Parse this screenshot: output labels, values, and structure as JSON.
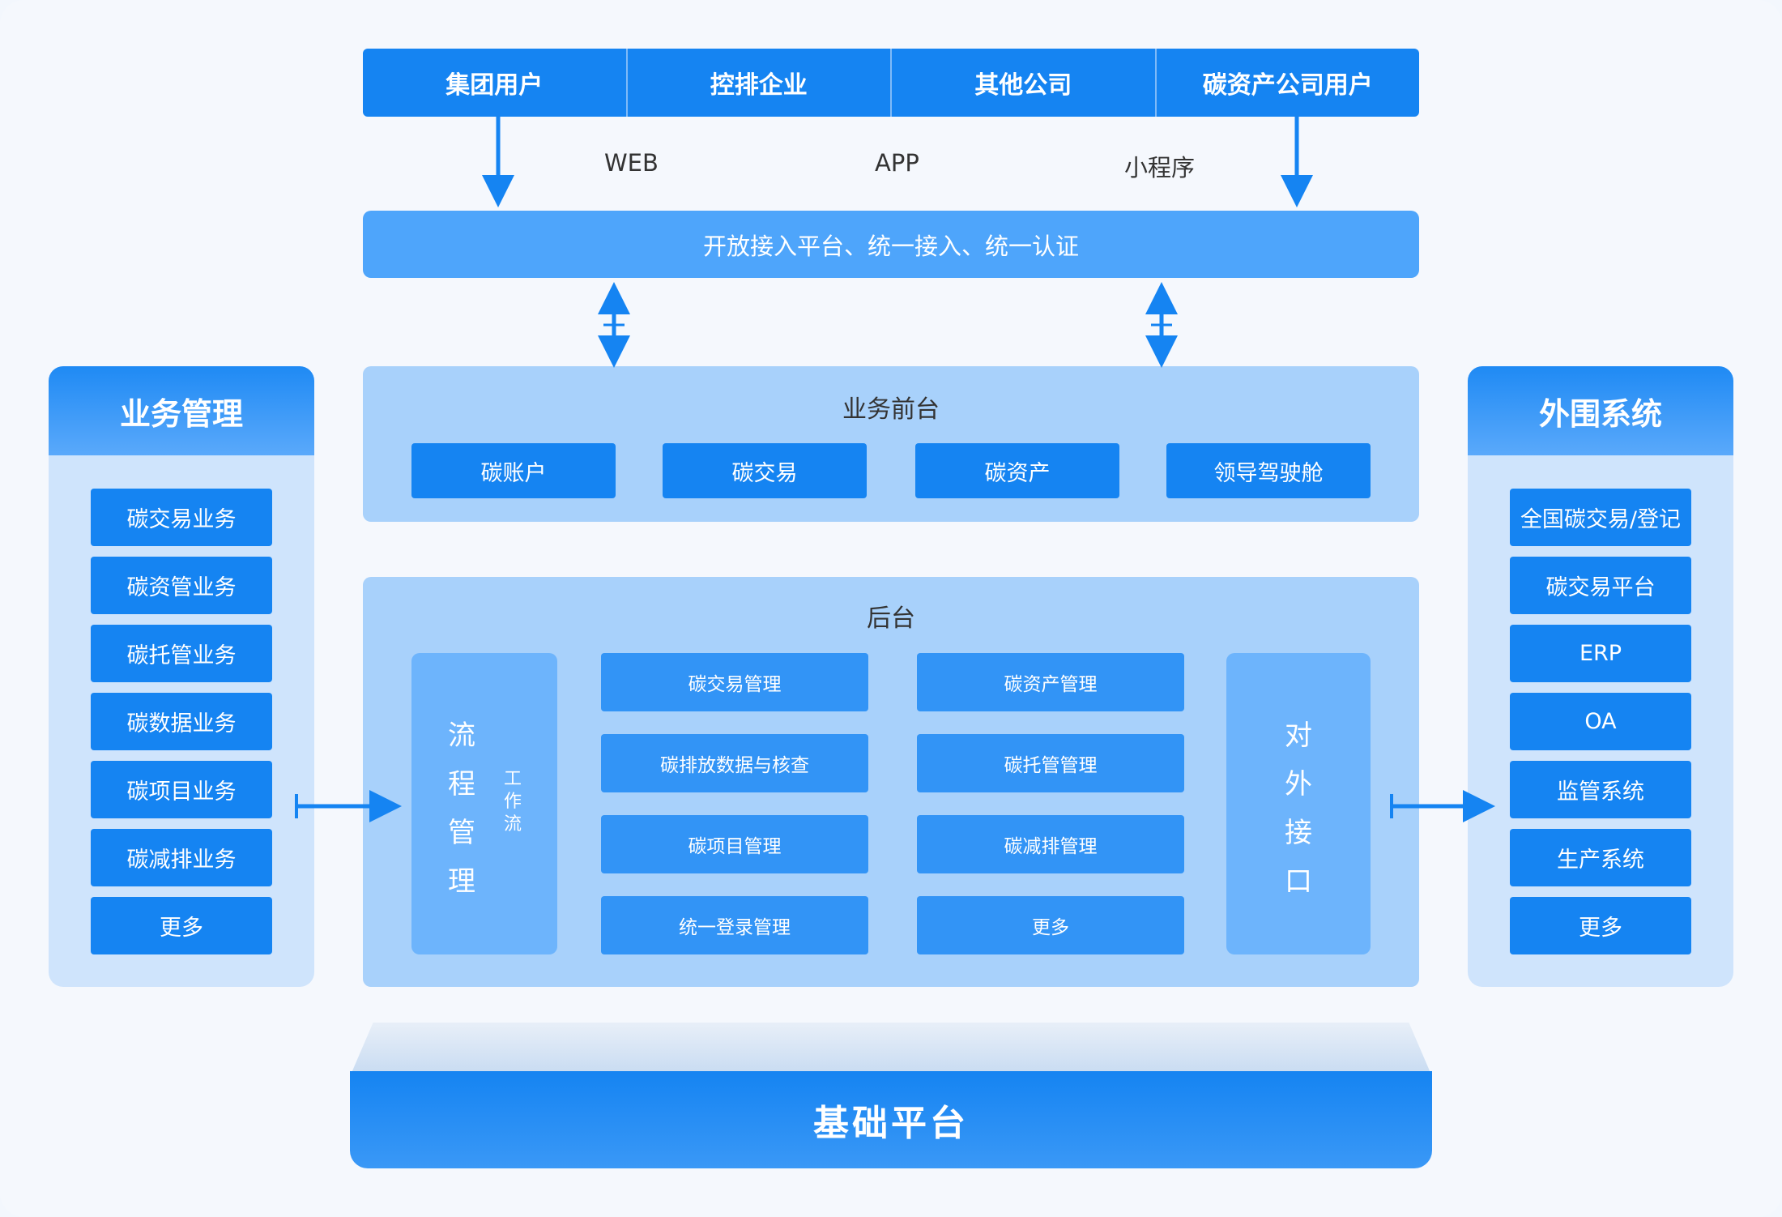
{
  "users": [
    "集团用户",
    "控排企业",
    "其他公司",
    "碳资产公司用户"
  ],
  "channels": [
    "WEB",
    "APP",
    "小程序"
  ],
  "access_platform": "开放接入平台、统一接入、统一认证",
  "front": {
    "title": "业务前台",
    "items": [
      "碳账户",
      "碳交易",
      "碳资产",
      "领导驾驶舱"
    ]
  },
  "back": {
    "title": "后台",
    "workflow": {
      "chars": [
        "流",
        "程",
        "管",
        "理"
      ],
      "tag": [
        "工",
        "作",
        "流"
      ]
    },
    "modules_left": [
      "碳交易管理",
      "碳排放数据与核查",
      "碳项目管理",
      "统一登录管理"
    ],
    "modules_right": [
      "碳资产管理",
      "碳托管管理",
      "碳减排管理",
      "更多"
    ],
    "interface": [
      "对",
      "外",
      "接",
      "口"
    ]
  },
  "business": {
    "title": "业务管理",
    "items": [
      "碳交易业务",
      "碳资管业务",
      "碳托管业务",
      "碳数据业务",
      "碳项目业务",
      "碳减排业务",
      "更多"
    ]
  },
  "external": {
    "title": "外围系统",
    "items": [
      "全国碳交易/登记",
      "碳交易平台",
      "ERP",
      "OA",
      "监管系统",
      "生产系统",
      "更多"
    ]
  },
  "base": "基础平台",
  "colors": {
    "primary": "#1584f2",
    "light_panel": "#a8d1fb",
    "access": "#4ea5fb"
  }
}
